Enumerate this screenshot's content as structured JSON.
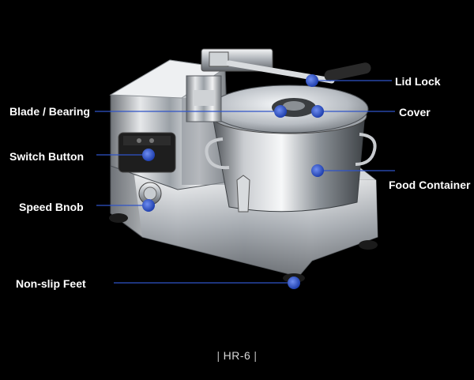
{
  "callouts": {
    "lid_lock": "Lid Lock",
    "blade_bearing": "Blade / Bearing",
    "cover": "Cover",
    "switch_button": "Switch Button",
    "food_container": "Food Container",
    "speed_knob": "Speed Bnob",
    "non_slip_feet": "Non-slip Feet"
  },
  "model": {
    "name": "HR-6",
    "left_bar": "|",
    "right_bar": "|"
  },
  "colors": {
    "background": "#000000",
    "callout_dot": "#2f53c8",
    "leader_line": "#2f53c8",
    "label_text": "#ffffff"
  }
}
